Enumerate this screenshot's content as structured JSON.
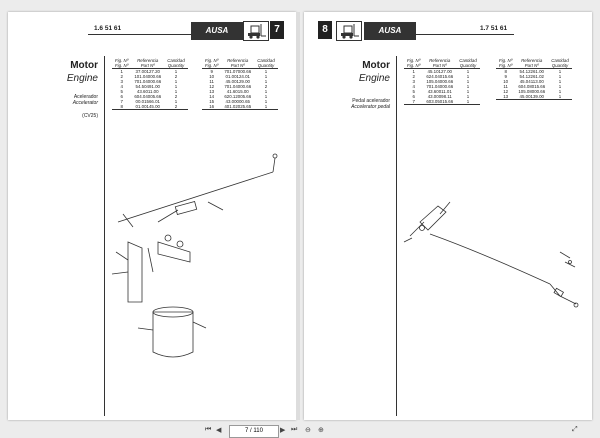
{
  "left_page": {
    "code": "1.6 51 61",
    "brand": "AUSA",
    "page_number": "7",
    "section_title": "Motor",
    "section_subtitle": "Engine",
    "part_name_es": "Acelerador",
    "part_name_en": "Accelerator",
    "model": "(CV25)",
    "table_headers": {
      "fig_es": "Fig. Nº",
      "fig_en": "Fig. Nº",
      "ref_es": "Referencia",
      "ref_en": "Part Nº",
      "qty_es": "Cantidad",
      "qty_en": "Quantity"
    },
    "rows_col1": [
      {
        "fig": "1",
        "ref": "37.00127.20",
        "qty": "1"
      },
      {
        "fig": "2",
        "ref": "101.04000.66",
        "qty": "2"
      },
      {
        "fig": "3",
        "ref": "701.04000.66",
        "qty": "1"
      },
      {
        "fig": "4",
        "ref": "54.50491.00",
        "qty": "1"
      },
      {
        "fig": "5",
        "ref": "43.6011.00",
        "qty": "1"
      },
      {
        "fig": "6",
        "ref": "604.04005.66",
        "qty": "2"
      },
      {
        "fig": "7",
        "ref": "00.01566.01",
        "qty": "1"
      },
      {
        "fig": "8",
        "ref": "01.00145.00",
        "qty": "2"
      }
    ],
    "rows_col2": [
      {
        "fig": "9",
        "ref": "701.07000.66",
        "qty": "1"
      },
      {
        "fig": "10",
        "ref": "01.00124.01",
        "qty": "1"
      },
      {
        "fig": "11",
        "ref": "45.00129.00",
        "qty": "1"
      },
      {
        "fig": "12",
        "ref": "701.04000.66",
        "qty": "2"
      },
      {
        "fig": "13",
        "ref": "41.6015.00",
        "qty": "1"
      },
      {
        "fig": "14",
        "ref": "620.12005.66",
        "qty": "1"
      },
      {
        "fig": "15",
        "ref": "43.00000.65",
        "qty": "1"
      },
      {
        "fig": "16",
        "ref": "401.02025.65",
        "qty": "1"
      }
    ]
  },
  "right_page": {
    "code": "1.7 51 61",
    "brand": "AUSA",
    "page_number": "8",
    "section_title": "Motor",
    "section_subtitle": "Engine",
    "part_name_es": "Pedal acelerador",
    "part_name_en": "Accelerator pedal",
    "table_headers": {
      "fig_es": "Fig. Nº",
      "fig_en": "Fig. Nº",
      "ref_es": "Referencia",
      "ref_en": "Part Nº",
      "qty_es": "Cantidad",
      "qty_en": "Quantity"
    },
    "rows_col1": [
      {
        "fig": "1",
        "ref": "45.10127.00",
        "qty": "1"
      },
      {
        "fig": "2",
        "ref": "624.04015.66",
        "qty": "1"
      },
      {
        "fig": "3",
        "ref": "105.04000.66",
        "qty": "1"
      },
      {
        "fig": "4",
        "ref": "701.04000.66",
        "qty": "1"
      },
      {
        "fig": "5",
        "ref": "43.60011.01",
        "qty": "1"
      },
      {
        "fig": "6",
        "ref": "43.00098.11",
        "qty": "1"
      },
      {
        "fig": "7",
        "ref": "603.05015.66",
        "qty": "1"
      }
    ],
    "rows_col2": [
      {
        "fig": "8",
        "ref": "54.12261.00",
        "qty": "1"
      },
      {
        "fig": "9",
        "ref": "54.12261.02",
        "qty": "1"
      },
      {
        "fig": "10",
        "ref": "45.04113.00",
        "qty": "1"
      },
      {
        "fig": "11",
        "ref": "604.08015.66",
        "qty": "1"
      },
      {
        "fig": "12",
        "ref": "105.08000.66",
        "qty": "1"
      },
      {
        "fig": "13",
        "ref": "45.00139.00",
        "qty": "1"
      }
    ]
  },
  "toolbar": {
    "page_field": "7 / 110",
    "first_icon": "first-page-icon",
    "prev_icon": "previous-page-icon",
    "next_icon": "next-page-icon",
    "last_icon": "last-page-icon",
    "accent": "#444444"
  }
}
